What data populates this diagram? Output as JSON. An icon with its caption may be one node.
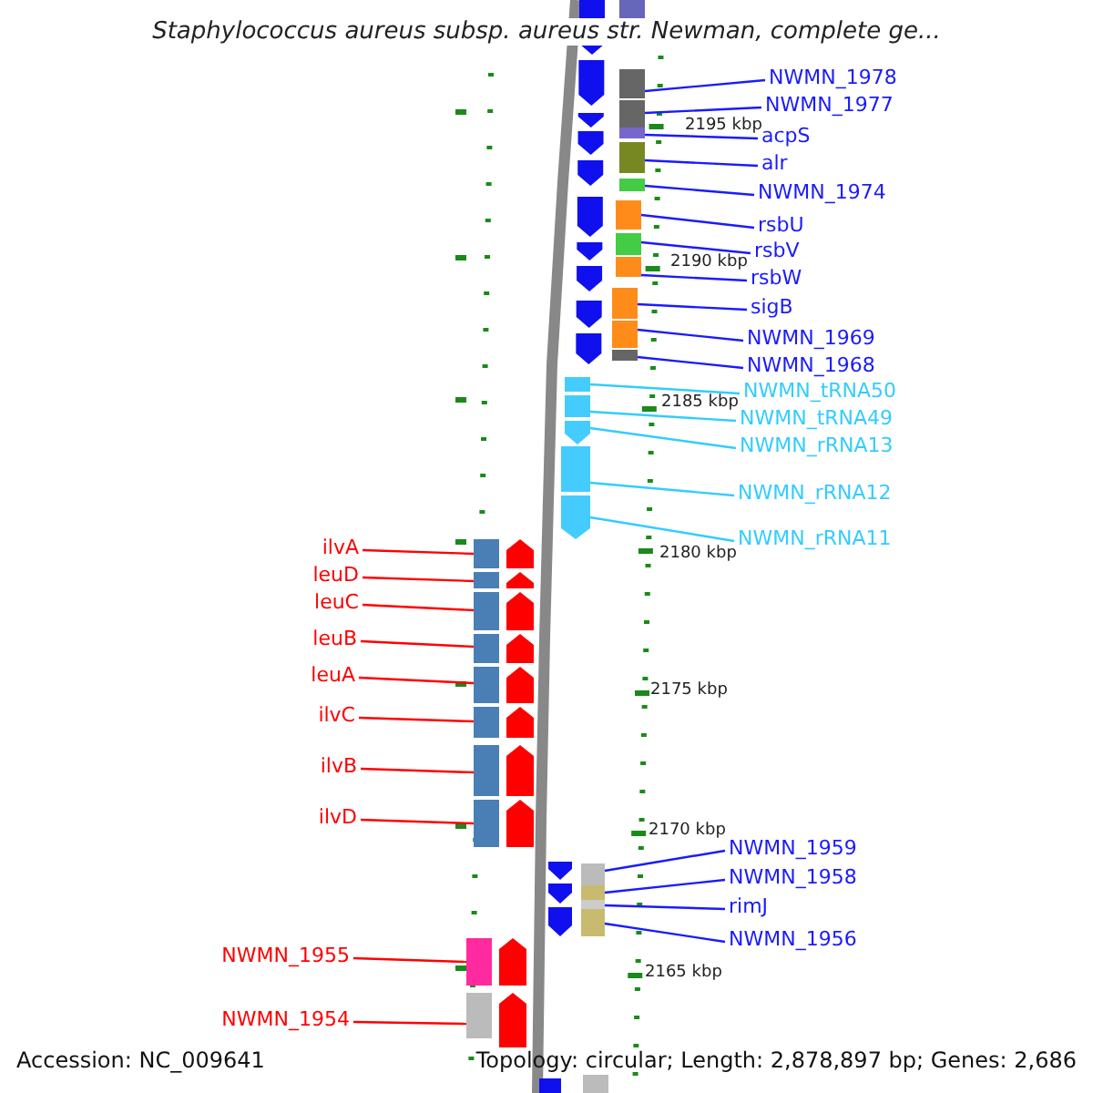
{
  "diagram": {
    "title": "Staphylococcus aureus subsp. aureus str. Newman, complete ge...",
    "nodes": [
      {
        "text": [
          "NWMN_1978"
        ]
      },
      {
        "text": [
          "NWMN_1977"
        ]
      },
      {
        "text": [
          "acpS"
        ]
      },
      {
        "text": [
          "alr"
        ]
      },
      {
        "text": [
          "NWMN_1974"
        ]
      },
      {
        "text": [
          "rsbU"
        ]
      },
      {
        "text": [
          "rsbV"
        ]
      },
      {
        "text": [
          "rsbW"
        ]
      },
      {
        "text": [
          "sigB"
        ]
      },
      {
        "text": [
          "NWMN_1969"
        ]
      },
      {
        "text": [
          "NWMN_1968"
        ]
      },
      {
        "text": [
          "NWMN_tRNA50"
        ]
      },
      {
        "text": [
          "NWMN_tRNA49"
        ]
      },
      {
        "text": [
          "NWMN_rRNA13"
        ]
      },
      {
        "text": [
          "NWMN_rRNA12"
        ]
      },
      {
        "text": [
          "NWMN_rRNA11"
        ]
      },
      {
        "text": [
          "ilvA"
        ]
      },
      {
        "text": [
          "leuD"
        ]
      },
      {
        "text": [
          "leuC"
        ]
      },
      {
        "text": [
          "leuB"
        ]
      },
      {
        "text": [
          "leuA"
        ]
      },
      {
        "text": [
          "ilvC"
        ]
      },
      {
        "text": [
          "ilvB"
        ]
      },
      {
        "text": [
          "ilvD"
        ]
      },
      {
        "text": [
          "NWMN_1959"
        ]
      },
      {
        "text": [
          "NWMN_1958"
        ]
      },
      {
        "text": [
          "rimJ"
        ]
      },
      {
        "text": [
          "NWMN_1956"
        ]
      },
      {
        "text": [
          "NWMN_1955"
        ]
      },
      {
        "text": [
          "NWMN_1954"
        ]
      },
      {
        "text": [],
        "shape": "box"
      },
      {
        "text": [],
        "shape": "box"
      },
      {
        "text": [],
        "shape": "box"
      },
      {
        "text": [],
        "shape": "box"
      },
      {
        "text": [],
        "shape": "box"
      },
      {
        "text": [],
        "shape": "box"
      },
      {
        "text": [],
        "shape": "box"
      },
      {
        "text": [],
        "shape": "box"
      },
      {
        "text": [],
        "shape": "box"
      },
      {
        "text": [],
        "shape": "box"
      },
      {
        "text": [],
        "shape": "box"
      },
      {
        "text": [],
        "shape": "box"
      },
      {
        "text": [],
        "shape": "box"
      },
      {
        "text": [],
        "shape": "box"
      },
      {
        "text": [],
        "shape": "box"
      },
      {
        "text": [],
        "shape": "box"
      },
      {
        "text": [],
        "shape": "box"
      },
      {
        "text": [],
        "shape": "box"
      },
      {
        "text": [],
        "shape": "box"
      },
      {
        "text": [],
        "shape": "box"
      },
      {
        "text": [],
        "shape": "box"
      },
      {
        "text": [],
        "shape": "box"
      },
      {
        "text": [],
        "shape": "box"
      },
      {
        "text": [],
        "shape": "box"
      },
      {
        "text": [],
        "shape": "box"
      },
      {
        "text": [],
        "shape": "box"
      },
      {
        "text": [],
        "shape": "box"
      },
      {
        "text": [],
        "shape": "box"
      },
      {
        "text": [],
        "shape": "box"
      },
      {
        "text": [],
        "shape": "box"
      }
    ],
    "edges": [
      {
        "from": 0,
        "to": 30,
        "arrow": "none"
      },
      {
        "from": 1,
        "to": 31,
        "arrow": "none"
      },
      {
        "from": 2,
        "to": 32,
        "arrow": "none"
      },
      {
        "from": 3,
        "to": 33,
        "arrow": "none"
      },
      {
        "from": 4,
        "to": 34,
        "arrow": "none"
      },
      {
        "from": 5,
        "to": 35,
        "arrow": "none"
      },
      {
        "from": 6,
        "to": 36,
        "arrow": "none"
      },
      {
        "from": 7,
        "to": 37,
        "arrow": "none"
      },
      {
        "from": 8,
        "to": 38,
        "arrow": "none"
      },
      {
        "from": 9,
        "to": 39,
        "arrow": "none"
      },
      {
        "from": 10,
        "to": 40,
        "arrow": "none"
      },
      {
        "from": 11,
        "to": 41,
        "arrow": "none",
        "color": "#33ccff"
      },
      {
        "from": 12,
        "to": 42,
        "arrow": "none",
        "color": "#33ccff"
      },
      {
        "from": 13,
        "to": 43,
        "arrow": "none",
        "color": "#33ccff"
      },
      {
        "from": 14,
        "to": 44,
        "arrow": "none",
        "color": "#33ccff"
      },
      {
        "from": 15,
        "to": 45,
        "arrow": "none",
        "color": "#33ccff"
      },
      {
        "from": 16,
        "to": 46,
        "arrow": "none",
        "color": "#ff0000"
      },
      {
        "from": 17,
        "to": 47,
        "arrow": "none",
        "color": "#ff0000"
      },
      {
        "from": 18,
        "to": 48,
        "arrow": "none",
        "color": "#ff0000"
      },
      {
        "from": 19,
        "to": 49,
        "arrow": "none",
        "color": "#ff0000"
      },
      {
        "from": 20,
        "to": 50,
        "arrow": "none",
        "color": "#ff0000"
      },
      {
        "from": 21,
        "to": 51,
        "arrow": "none",
        "color": "#ff0000"
      },
      {
        "from": 22,
        "to": 52,
        "arrow": "none",
        "color": "#ff0000"
      },
      {
        "from": 23,
        "to": 53,
        "arrow": "none",
        "color": "#ff0000"
      },
      {
        "from": 24,
        "to": 54,
        "arrow": "none"
      },
      {
        "from": 25,
        "to": 55,
        "arrow": "none"
      },
      {
        "from": 26,
        "to": 56,
        "arrow": "none"
      },
      {
        "from": 27,
        "to": 57,
        "arrow": "none"
      },
      {
        "from": 28,
        "to": 58,
        "arrow": "none",
        "color": "#ff0000"
      },
      {
        "from": 29,
        "to": 59,
        "arrow": "none",
        "color": "#ff0000"
      }
    ],
    "labels": [
      "2195 kbp",
      "2190 kbp",
      "2185 kbp",
      "2180 kbp",
      "2175 kbp",
      "2170 kbp",
      "2165 kbp",
      "Accession: NC_009641",
      "Topology: circular; Length: 2,878,897 bp; Genes: 2,686"
    ]
  }
}
